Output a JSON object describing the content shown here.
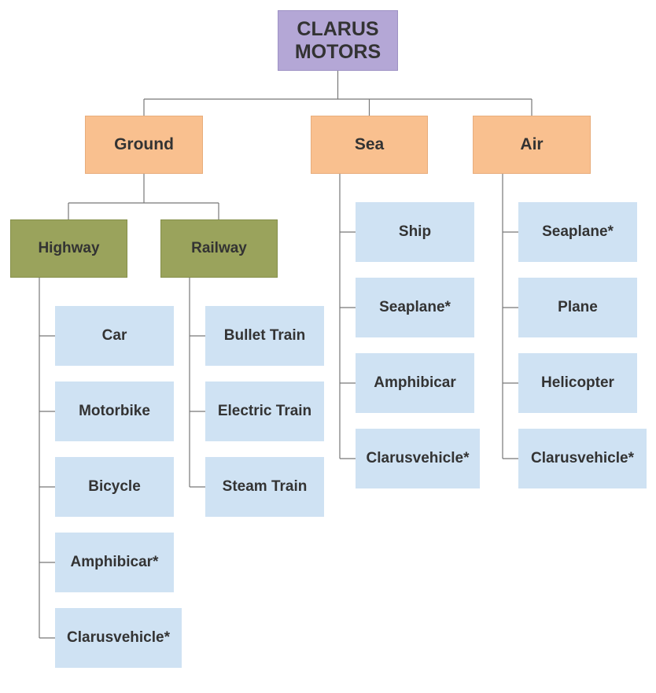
{
  "root": {
    "label": "CLARUS MOTORS"
  },
  "categories": {
    "ground": {
      "label": "Ground",
      "highway": {
        "label": "Highway",
        "items": [
          "Car",
          "Motorbike",
          "Bicycle",
          "Amphibicar*",
          "Clarusvehicle*"
        ]
      },
      "railway": {
        "label": "Railway",
        "items": [
          "Bullet Train",
          "Electric Train",
          "Steam Train"
        ]
      }
    },
    "sea": {
      "label": "Sea",
      "items": [
        "Ship",
        "Seaplane*",
        "Amphibicar",
        "Clarusvehicle*"
      ]
    },
    "air": {
      "label": "Air",
      "items": [
        "Seaplane*",
        "Plane",
        "Helicopter",
        "Clarusvehicle*"
      ]
    }
  },
  "colors": {
    "root_fill": "#b4a7d6",
    "category_fill": "#f9c08f",
    "subcategory_fill": "#9aa35c",
    "leaf_fill": "#cfe2f3",
    "connector": "#777777",
    "text": "#333333"
  }
}
